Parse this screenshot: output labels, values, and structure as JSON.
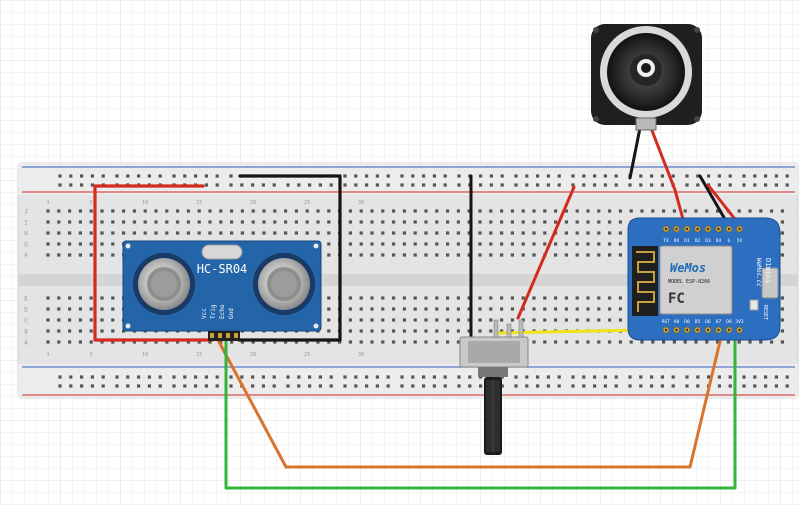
{
  "sensor": {
    "label": "HC-SR04",
    "pins": [
      "Vcc",
      "Trig",
      "Echo",
      "Gnd"
    ]
  },
  "board": {
    "name": "D1mini",
    "brand": "WeMos",
    "brand_url": "WeMos.cc",
    "module": "MODEL ESP-8266",
    "reset_label": "RESET",
    "top_pins": [
      "TX",
      "RX",
      "D1",
      "D2",
      "D3",
      "D4",
      "G",
      "5V"
    ],
    "bottom_pins": [
      "RST",
      "A0",
      "D0",
      "D5",
      "D6",
      "D7",
      "D8",
      "3V3"
    ]
  },
  "breadboard": {
    "row_letters": [
      "J",
      "I",
      "H",
      "G",
      "F",
      "E",
      "D",
      "C",
      "B",
      "A"
    ],
    "column_numbers": [
      "1",
      "5",
      "10",
      "15",
      "20",
      "25",
      "30"
    ]
  },
  "colors": {
    "wire_red": "#d42a1f",
    "wire_black": "#151515",
    "wire_orange": "#d9742c",
    "wire_green": "#35b43c",
    "wire_yellow": "#f2e21a",
    "sensor_board": "#2464a8",
    "wemos_board": "#2c6fc0"
  }
}
